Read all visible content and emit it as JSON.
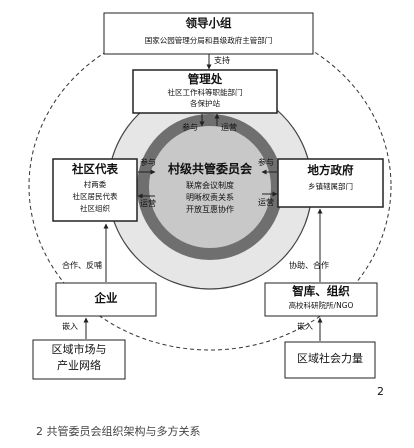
{
  "center": {
    "title": "村级共管委员会",
    "lines": [
      "联席会议制度",
      "明晰权责关系",
      "开放互惠协作"
    ]
  },
  "nodes": {
    "leadership": {
      "title": "领导小组",
      "sub": "国家公园管理分局和县级政府主管部门"
    },
    "management": {
      "title": "管理处",
      "sub": [
        "社区工作科等职能部门",
        "各保护站"
      ]
    },
    "community": {
      "title": "社区代表",
      "sub": [
        "村两委",
        "社区居民代表",
        "社区组织"
      ]
    },
    "local_gov": {
      "title": "地方政府",
      "sub": "乡镇辖属部门"
    },
    "enterprise": {
      "title": "企业"
    },
    "think_tank": {
      "title": "智库、组织",
      "sub": "高校科研院所/NGO"
    },
    "market": {
      "title": [
        "区域市场与",
        "产业网络"
      ]
    },
    "social": {
      "title": "区域社会力量"
    }
  },
  "edges": {
    "support": "支持",
    "participate_top": "参与",
    "operate_top": "运营",
    "participate_left": "参与",
    "operate_left": "运营",
    "participate_right": "参与",
    "operate_right": "运营",
    "cooperate_feedback": "合作、反哺",
    "assist_cooperate": "协助、合作",
    "embed_left": "嵌入",
    "embed_right": "嵌入"
  },
  "figure_number": "2",
  "caption": "2 共管委员会组织架构与多方关系"
}
